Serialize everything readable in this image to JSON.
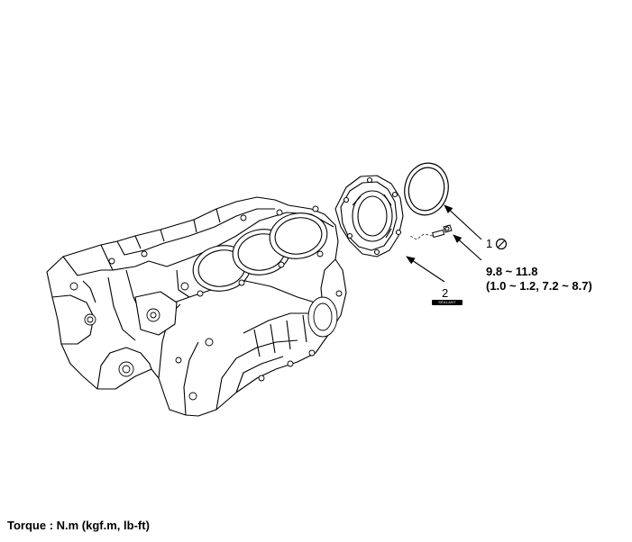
{
  "callouts": {
    "item1": "1",
    "item2": "2",
    "sealant_badge": "SEALANT"
  },
  "torque_spec": {
    "line1": "9.8 ~ 11.8",
    "line2": "(1.0 ~ 1.2, 7.2 ~ 8.7)"
  },
  "footer": "Torque : N.m (kgf.m, lb-ft)",
  "icons": [
    "no-reuse-icon",
    "sealant-icon",
    "arrow-icon"
  ]
}
